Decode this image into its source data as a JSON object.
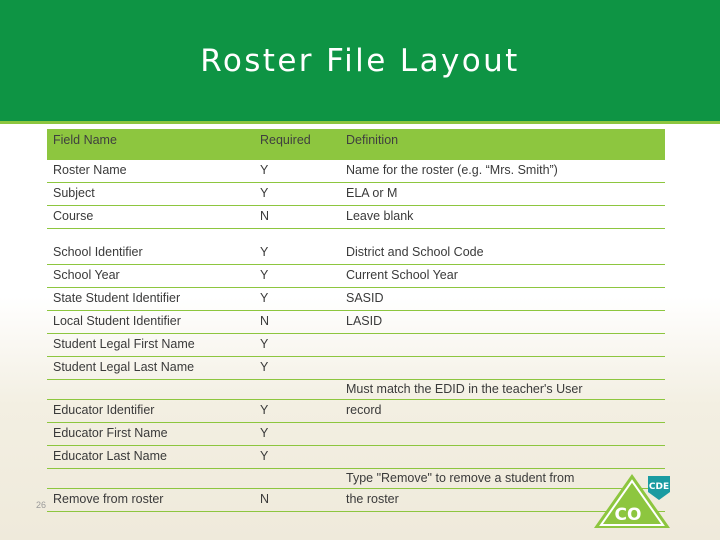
{
  "slide": {
    "title": "Roster File Layout",
    "page_number": "26",
    "accent_green": "#8dc63f",
    "header_green": "#0e9444"
  },
  "table": {
    "headers": [
      "Field Name",
      "Required",
      "Definition"
    ],
    "rows": [
      {
        "field": "Roster Name",
        "required": "Y",
        "definition": "Name for the roster (e.g. “Mrs. Smith”)"
      },
      {
        "field": "Subject",
        "required": "Y",
        "definition": "ELA or M"
      },
      {
        "field": "Course",
        "required": "N",
        "definition": "Leave blank"
      },
      {
        "field": "",
        "required": "",
        "definition": "",
        "spacer": true
      },
      {
        "field": "School Identifier",
        "required": "Y",
        "definition": "District and School Code"
      },
      {
        "field": "School Year",
        "required": "Y",
        "definition": "Current School Year"
      },
      {
        "field": "State Student Identifier",
        "required": "Y",
        "definition": "SASID"
      },
      {
        "field": "Local Student Identifier",
        "required": "N",
        "definition": "LASID"
      },
      {
        "field": "Student Legal First Name",
        "required": "Y",
        "definition": ""
      },
      {
        "field": "Student Legal Last Name",
        "required": "Y",
        "definition": ""
      },
      {
        "field": "",
        "required": "",
        "definition": "Must match the EDID in the teacher's User"
      },
      {
        "field": "Educator Identifier",
        "required": "Y",
        "definition": "record"
      },
      {
        "field": "Educator First Name",
        "required": "Y",
        "definition": ""
      },
      {
        "field": "Educator Last Name",
        "required": "Y",
        "definition": ""
      },
      {
        "field": "",
        "required": "",
        "definition": "Type \"Remove\" to remove a student from"
      },
      {
        "field": "Remove from roster",
        "required": "N",
        "definition": "the roster"
      }
    ]
  },
  "logo": {
    "name": "cde-logo",
    "text_main": "CO",
    "text_badge": "CDE"
  }
}
